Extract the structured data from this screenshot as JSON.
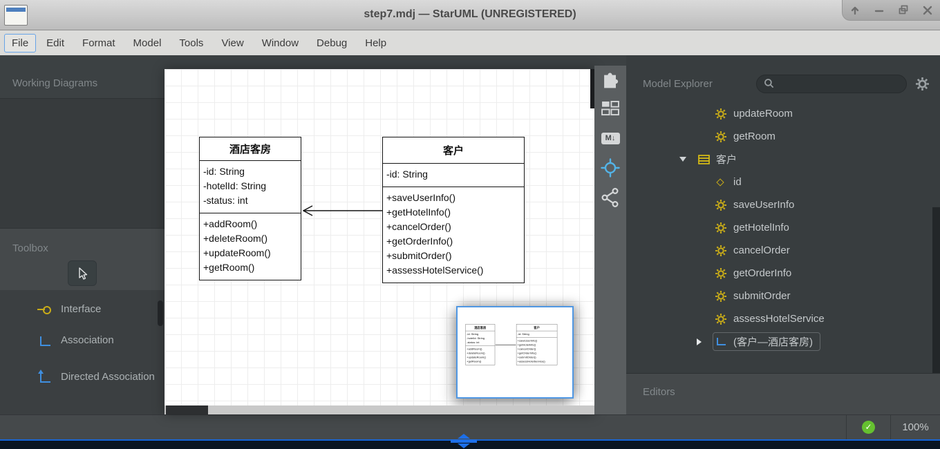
{
  "titlebar": {
    "title": "step7.mdj — StarUML (UNREGISTERED)",
    "controls": [
      "shade",
      "minimize",
      "restore",
      "close"
    ]
  },
  "menubar": {
    "items": [
      {
        "label": "File",
        "state": "focused"
      },
      {
        "label": "Edit"
      },
      {
        "label": "Format"
      },
      {
        "label": "Model"
      },
      {
        "label": "Tools"
      },
      {
        "label": "View"
      },
      {
        "label": "Window"
      },
      {
        "label": "Debug"
      },
      {
        "label": "Help"
      }
    ]
  },
  "left_panel": {
    "working_diagrams": {
      "title": "Working Diagrams"
    },
    "toolbox": {
      "title": "Toolbox",
      "selected_tool": "pointer",
      "items": [
        {
          "label": "Interface",
          "icon": "interface-icon"
        },
        {
          "label": "Association",
          "icon": "association-icon"
        },
        {
          "label": "Directed Association",
          "icon": "directed-association-icon"
        }
      ]
    }
  },
  "canvas": {
    "classes": [
      {
        "name": "酒店客房",
        "attributes": [
          "-id: String",
          "-hotelId: String",
          "-status: int"
        ],
        "methods": [
          "+addRoom()",
          "+deleteRoom()",
          "+updateRoom()",
          "+getRoom()"
        ]
      },
      {
        "name": "客户",
        "attributes": [
          "-id: String"
        ],
        "methods": [
          "+saveUserInfo()",
          "+getHotelInfo()",
          "+cancelOrder()",
          "+getOrderInfo()",
          "+submitOrder()",
          "+assessHotelService()"
        ]
      }
    ],
    "relation": {
      "type": "directed-association",
      "from": "客户",
      "to": "酒店客房"
    }
  },
  "side_toolbar": {
    "markdown_label": "M↓",
    "buttons": [
      "extensions",
      "layout-grid",
      "markdown",
      "focus-target",
      "share"
    ]
  },
  "model_explorer": {
    "title": "Model Explorer",
    "search_value": "",
    "tree": [
      {
        "label": "updateRoom",
        "icon": "operation",
        "indent": "level-3"
      },
      {
        "label": "getRoom",
        "icon": "operation",
        "indent": "level-3"
      },
      {
        "label": "客户",
        "icon": "class",
        "indent": "level-2",
        "expander": "expanded"
      },
      {
        "label": "id",
        "icon": "attribute",
        "indent": "level-3"
      },
      {
        "label": "saveUserInfo",
        "icon": "operation",
        "indent": "level-3"
      },
      {
        "label": "getHotelInfo",
        "icon": "operation",
        "indent": "level-3"
      },
      {
        "label": "cancelOrder",
        "icon": "operation",
        "indent": "level-3"
      },
      {
        "label": "getOrderInfo",
        "icon": "operation",
        "indent": "level-3"
      },
      {
        "label": "submitOrder",
        "icon": "operation",
        "indent": "level-3"
      },
      {
        "label": "assessHotelService",
        "icon": "operation",
        "indent": "level-3"
      },
      {
        "label": "(客户—酒店客房)",
        "icon": "association",
        "indent": "level-3",
        "expander": "collapsed",
        "state": "selected"
      }
    ]
  },
  "editors": {
    "title": "Editors"
  },
  "statusbar": {
    "zoom_level": "100%"
  },
  "colors": {
    "accent_blue": "#3f8fe0",
    "icon_yellow": "#c9ac18",
    "check_green": "#65c030",
    "selection_blue": "#4f97e3"
  }
}
